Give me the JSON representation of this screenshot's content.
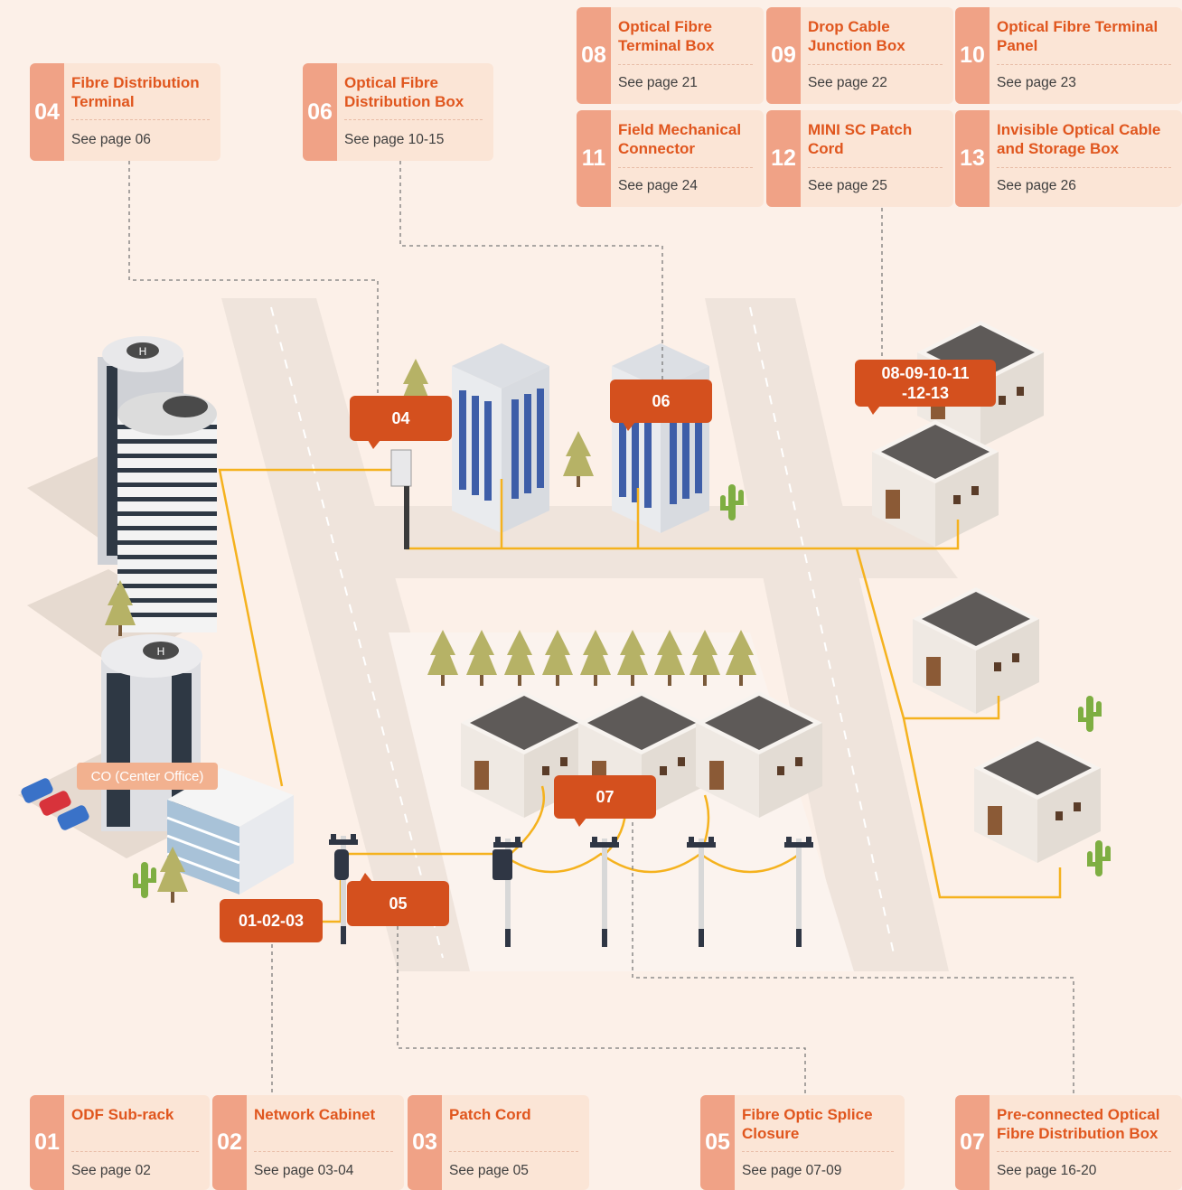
{
  "cards": {
    "c04": {
      "num": "04",
      "title": "Fibre Distribution Terminal",
      "page": "See page 06"
    },
    "c06": {
      "num": "06",
      "title": "Optical Fibre Distribution Box",
      "page": "See page 10-15"
    },
    "c08": {
      "num": "08",
      "title": "Optical Fibre Terminal Box",
      "page": "See page 21"
    },
    "c09": {
      "num": "09",
      "title": "Drop Cable Junction Box",
      "page": "See page 22"
    },
    "c10": {
      "num": "10",
      "title": "Optical Fibre Terminal Panel",
      "page": "See page 23"
    },
    "c11": {
      "num": "11",
      "title": "Field Mechanical Connector",
      "page": "See page 24"
    },
    "c12": {
      "num": "12",
      "title": "MINI SC Patch Cord",
      "page": "See page 25"
    },
    "c13": {
      "num": "13",
      "title": "Invisible Optical Cable and Storage Box",
      "page": "See page 26"
    },
    "c01": {
      "num": "01",
      "title": "ODF Sub-rack",
      "page": "See page 02"
    },
    "c02": {
      "num": "02",
      "title": "Network Cabinet",
      "page": "See page 03-04"
    },
    "c03": {
      "num": "03",
      "title": "Patch Cord",
      "page": "See page 05"
    },
    "c05": {
      "num": "05",
      "title": "Fibre Optic Splice Closure",
      "page": "See page 07-09"
    },
    "c07": {
      "num": "07",
      "title": "Pre-connected Optical Fibre Distribution Box",
      "page": "See page 16-20"
    }
  },
  "callouts": {
    "k04": "04",
    "k06": "06",
    "k0813_l1": "08-09-10-11",
    "k0813_l2": "-12-13",
    "k07": "07",
    "k05": "05",
    "k0103": "01-02-03"
  },
  "co_label": "CO (Center Office)",
  "colors": {
    "accent": "#d4501e",
    "card_bg": "#fbe5d6",
    "card_num_bg": "#f0a286",
    "fibre_line": "#f5b21e",
    "background": "#fcf0e8"
  }
}
